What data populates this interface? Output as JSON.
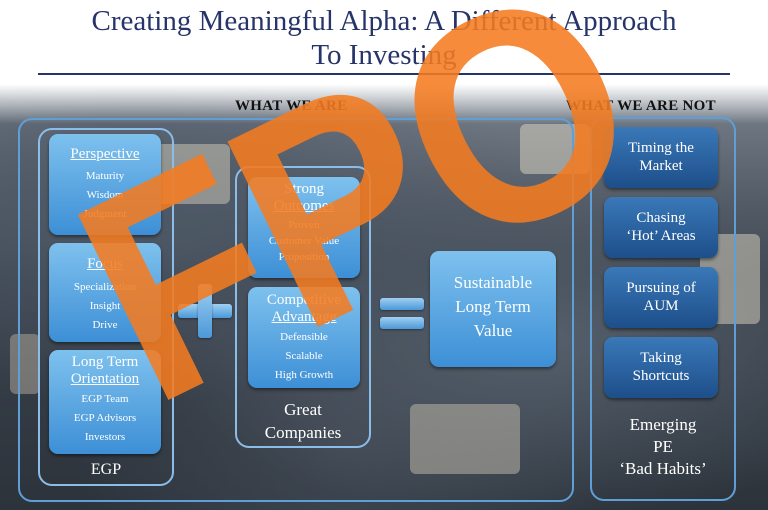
{
  "title_line1": "Creating Meaningful Alpha: A Different Approach",
  "title_line2": "To Investing",
  "what_we_are": "WHAT WE ARE",
  "what_we_are_not": "WHAT WE ARE NOT",
  "perspective": {
    "title": "Perspective",
    "items": [
      "Maturity",
      "Wisdom",
      "Judgment"
    ]
  },
  "focus": {
    "title": "Focus",
    "items": [
      "Specialization",
      "Insight",
      "Drive"
    ]
  },
  "long_term": {
    "title_line1": "Long Term",
    "title_line2": "Orientation",
    "items": [
      "EGP Team",
      "EGP Advisors",
      "Investors"
    ]
  },
  "egp_label": "EGP",
  "strong_outcomes": {
    "title_line1": "Strong",
    "title_line2": "Outcomes",
    "items": [
      "Proven",
      "Customer Value",
      "Proposition"
    ]
  },
  "competitive_advantage": {
    "title_line1": "Competitive",
    "title_line2": "Advantage",
    "items": [
      "Defensible",
      "Scalable",
      "High Growth"
    ]
  },
  "great_companies": {
    "line1": "Great",
    "line2": "Companies"
  },
  "result": {
    "line1": "Sustainable",
    "line2": "Long Term",
    "line3": "Value"
  },
  "not_items": [
    {
      "line1": "Timing the",
      "line2": "Market"
    },
    {
      "line1": "Chasing",
      "line2": "‘Hot’ Areas"
    },
    {
      "line1": "Pursuing of",
      "line2": "AUM"
    },
    {
      "line1": "Taking",
      "line2": "Shortcuts"
    }
  ],
  "emerging": {
    "line1": "Emerging",
    "line2": "PE",
    "line3": "‘Bad Habits’"
  },
  "watermark": "FPO",
  "colors": {
    "title": "#26346a",
    "light_box": "#4f9ee0",
    "dark_box": "#245a96",
    "watermark": "#f47b20"
  }
}
